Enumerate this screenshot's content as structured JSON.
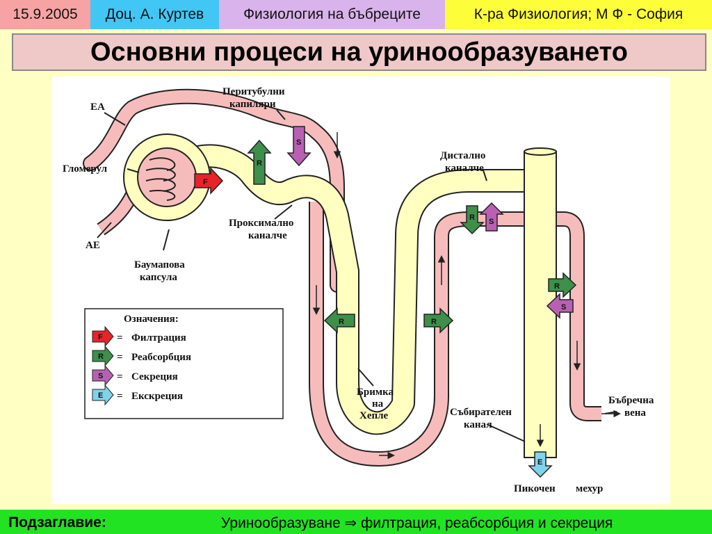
{
  "header": {
    "date": "15.9.2005",
    "author": "Доц. А. Куртев",
    "course": "Физиология на бъбреците",
    "department": "К-ра Физиология; М Ф - София"
  },
  "title": "Основни процеси на уринообразуването",
  "diagram": {
    "labels": {
      "ea": "ЕА",
      "glomerulus": "Гломерул",
      "ae": "АЕ",
      "peritubular_1": "Перитубулни",
      "peritubular_2": "капиляри",
      "proximal_1": "Проксимално",
      "proximal_2": "каналче",
      "bowman_1": "Баумапова",
      "bowman_2": "капсула",
      "distal_1": "Дистално",
      "distal_2": "каналче",
      "loop_1": "Бримка",
      "loop_2": "на",
      "loop_3": "Хепле",
      "collecting_1": "Събирателен",
      "collecting_2": "канал",
      "vein_1": "Бъбречна",
      "vein_2": "вена",
      "bladder_1": "Пикочен",
      "bladder_2": "мехур"
    },
    "legend": {
      "title": "Означения:",
      "items": [
        {
          "abbr": "F",
          "text": "Филтрация",
          "color": "#e8232a"
        },
        {
          "abbr": "R",
          "text": "Реабсорбция",
          "color": "#3d8f4a"
        },
        {
          "abbr": "S",
          "text": "Секреция",
          "color": "#b861b3"
        },
        {
          "abbr": "E",
          "text": "Екскреция",
          "color": "#7fd4ec"
        }
      ]
    },
    "arrow_abbr": {
      "f": "F",
      "r": "R",
      "s": "S",
      "e": "E"
    },
    "colors": {
      "tubule": "#ffffc0",
      "capillary": "#f6bcbc",
      "outline": "#222"
    }
  },
  "footer": {
    "label": "Подзаглавие:",
    "text": "Уринообразуване ⇒ филтрация, реабсорбция и секреция"
  }
}
